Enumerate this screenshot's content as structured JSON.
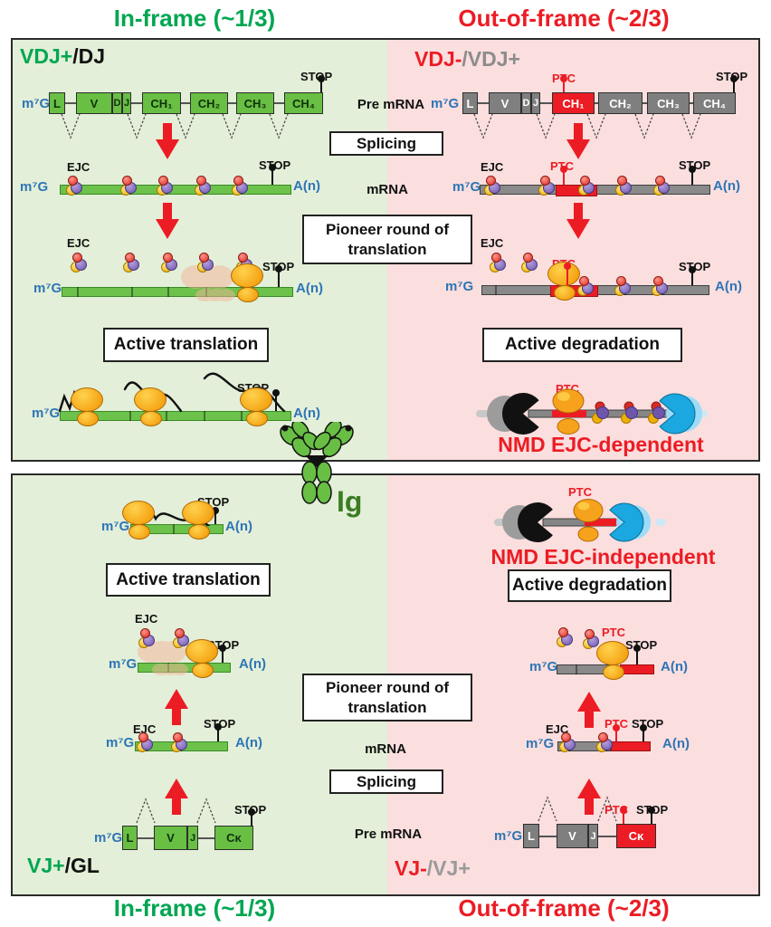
{
  "labels": {
    "in_frame": "In-frame (~1/3)",
    "out_of_frame": "Out-of-frame (~2/3)",
    "pre_mrna": "Pre mRNA",
    "mrna": "mRNA",
    "splicing": "Splicing",
    "pioneer": "Pioneer round of\ntranslation",
    "active_translation": "Active translation",
    "active_degradation": "Active degradation",
    "nmd_dependent": "NMD EJC-dependent",
    "nmd_independent": "NMD EJC-independent",
    "stop": "STOP",
    "ptc": "PTC",
    "ejc": "EJC",
    "cap": "m⁷G",
    "polya": "A(n)",
    "ig": "Ig"
  },
  "panels": {
    "top_left_title": {
      "main": "VDJ+",
      "rest": "/DJ"
    },
    "top_right_title": {
      "main": "VDJ-",
      "rest": "/VDJ+"
    },
    "bottom_left_title": {
      "main": "VJ+",
      "rest": "/GL"
    },
    "bottom_right_title": {
      "main": "VJ-",
      "rest": "/VJ+"
    }
  },
  "exons": {
    "heavy": [
      "L",
      "V",
      "D",
      "J",
      "CH₁",
      "CH₂",
      "CH₃",
      "CH₄"
    ],
    "kappa": [
      "L",
      "V",
      "J",
      "Cκ"
    ]
  },
  "colors": {
    "in_frame_green": "#00a651",
    "out_frame_red": "#ec1c24",
    "exon_green": "#68bf44",
    "exon_gray": "#7f7f7f",
    "ptc_red": "#ec1c24",
    "panel_green_bg": "#e3efd8",
    "panel_pink_bg": "#fbdede",
    "cap_blue": "#2e75b6",
    "ribosome_orange": "#f6a21c",
    "ejc_purple": "#6f56ad",
    "exonuclease_black": "#111111",
    "exosome_blue": "#1ba7e0",
    "ig_green": "#3a7d23"
  }
}
